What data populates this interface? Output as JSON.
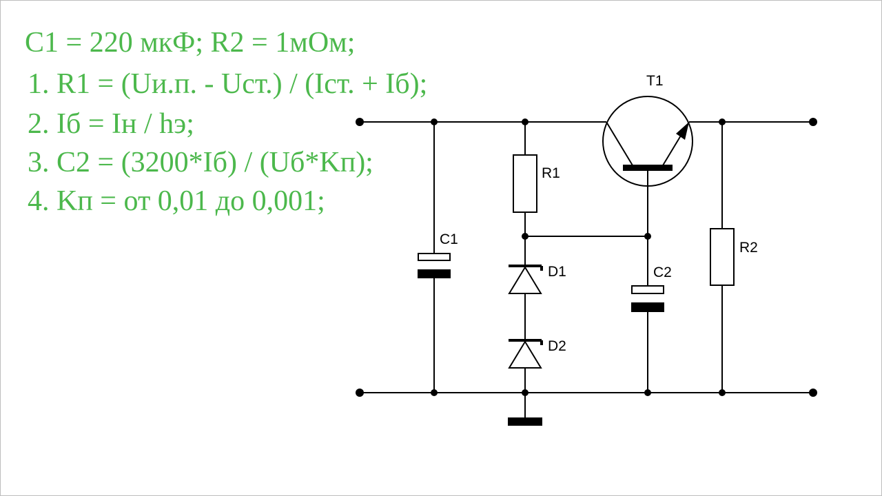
{
  "colors": {
    "formula_text": "#4cb84c",
    "wire": "#000000",
    "background": "#ffffff"
  },
  "formulas": {
    "header": "C1 = 220 мкФ; R2 = 1мОм;",
    "line1": "1. R1 = (Uи.п. - Uст.) / (Iст. + Iб);",
    "line2": "2. Iб = Iн / hэ;",
    "line3": "3. C2 = (3200*Iб) / (Uб*Kп);",
    "line4": "4. Kп  = от 0,01 до 0,001;"
  },
  "schematic": {
    "transistor_label": "T1",
    "r1_label": "R1",
    "r2_label": "R2",
    "c1_label": "C1",
    "c2_label": "C2",
    "d1_label": "D1",
    "d2_label": "D2"
  }
}
